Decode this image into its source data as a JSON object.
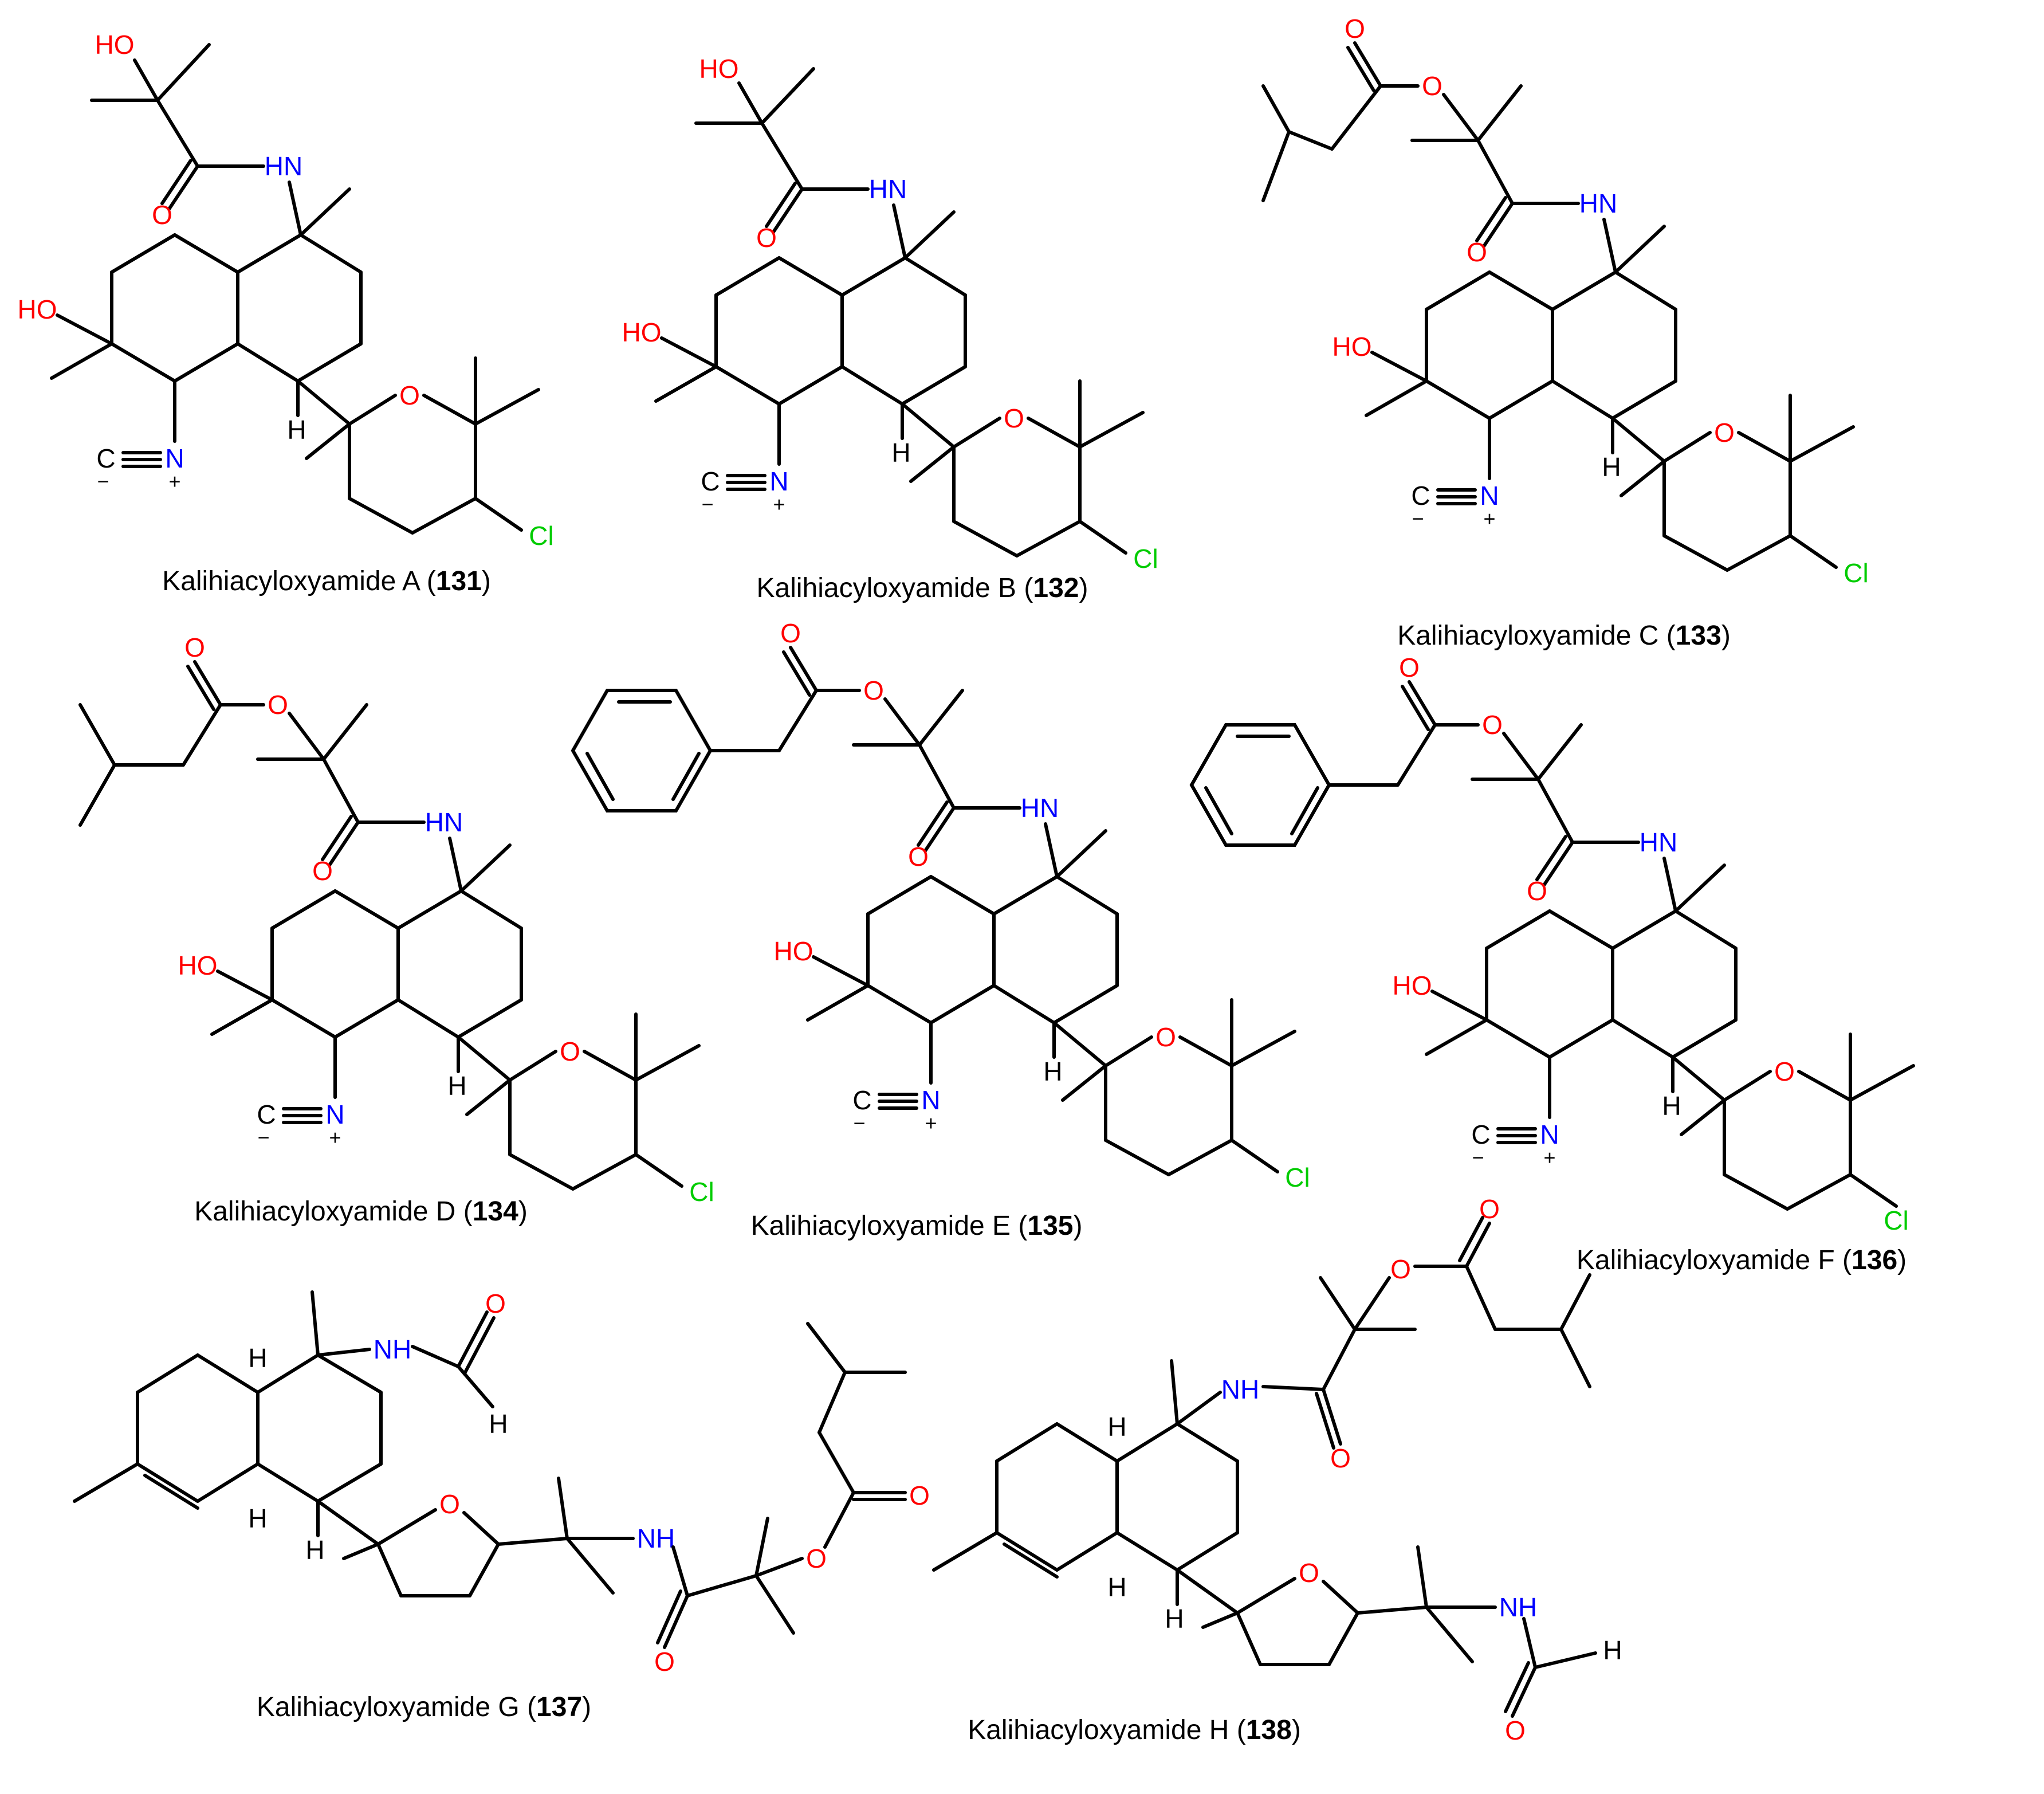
{
  "compounds": [
    {
      "name": "Kalihiacyloxyamide A",
      "number": "131"
    },
    {
      "name": "Kalihiacyloxyamide B",
      "number": "132"
    },
    {
      "name": "Kalihiacyloxyamide C",
      "number": "133"
    },
    {
      "name": "Kalihiacyloxyamide D",
      "number": "134"
    },
    {
      "name": "Kalihiacyloxyamide E",
      "number": "135"
    },
    {
      "name": "Kalihiacyloxyamide F",
      "number": "136"
    },
    {
      "name": "Kalihiacyloxyamide G",
      "number": "137"
    },
    {
      "name": "Kalihiacyloxyamide H",
      "number": "138"
    }
  ],
  "atom_labels": {
    "hydroxyl": "HO",
    "amide_nh": "HN",
    "nh": "NH",
    "oxygen": "O",
    "nitrogen": "N",
    "carbon": "C",
    "chlorine": "Cl",
    "hydrogen": "H",
    "plus": "+",
    "minus": "−"
  },
  "colors": {
    "oxygen": "#ff0000",
    "nitrogen": "#0000ff",
    "chlorine": "#00cc00",
    "carbon": "#000000"
  }
}
